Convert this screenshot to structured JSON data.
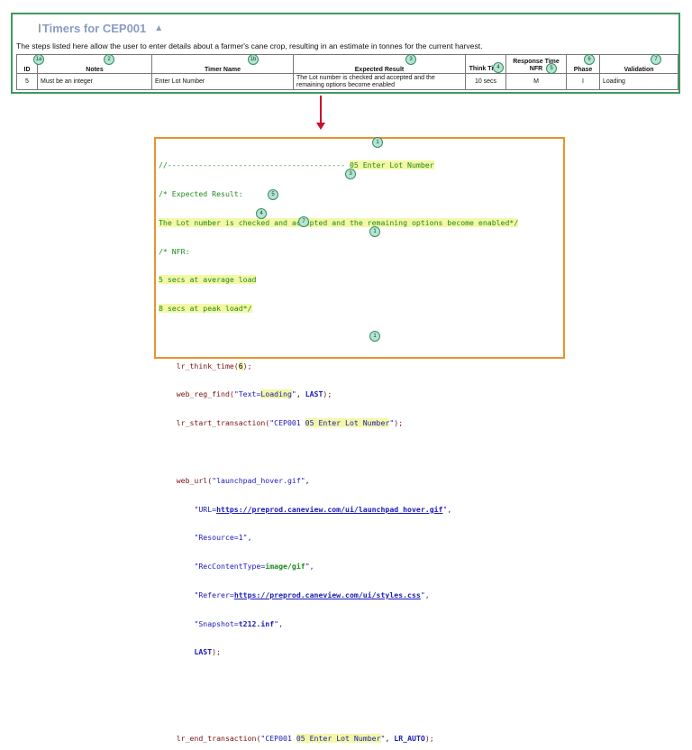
{
  "title": "Timers for CEP001",
  "description": "The steps listed here allow the user to enter details about a farmer's cane crop, resulting in an estimate in tonnes for the current harvest.",
  "table": {
    "headers": {
      "id": "ID",
      "notes": "Notes",
      "timer_name": "Timer Name",
      "expected_result": "Expected Result",
      "think_time": "Think Time",
      "nfr": "Response Time NFR",
      "phase": "Phase",
      "validation": "Validation"
    },
    "row": {
      "id": "5",
      "notes": "Must be an integer",
      "timer_name": "Enter Lot Number",
      "expected_result": "The Lot number is checked and accepted and the remaining options become enabled",
      "think_time": "10 secs",
      "nfr": "M",
      "phase": "I",
      "validation": "Loading"
    }
  },
  "badges": {
    "b1": "1",
    "b1a": "1a",
    "b1b": "1b",
    "b2": "2",
    "b3": "3",
    "b4": "4",
    "b5": "5",
    "b6": "6",
    "b7": "7"
  },
  "code": {
    "l1_prefix": "//---------------------------------------- ",
    "l1_hl": "05 Enter Lot Number",
    "l2": "/* Expected Result:",
    "l3": "The Lot number is checked and accepted and the remaining options become enabled*/",
    "l4": "/* NFR:",
    "l5": "5 secs at average load",
    "l6": "8 secs at peak load*/",
    "think_fn": "lr_think_time(",
    "think_val": "6",
    "think_end": ");",
    "find_fn": "web_reg_find(",
    "find_str": "\"Text=",
    "find_val": "Loading",
    "find_str_end": "\"",
    "find_sep": ", ",
    "find_last": "LAST",
    "find_end": ");",
    "start_fn": "lr_start_transaction(",
    "start_q": "\"CEP001 ",
    "start_hl": "05 Enter Lot Number",
    "start_q_end": "\"",
    "start_end": ");",
    "url_fn": "web_url(",
    "url_name": "\"launchpad_hover.gif\"",
    "url_name_end": ",",
    "url_l1a": "\"URL=",
    "url_l1b": "https://preprod.caneview.com/ui/launchpad_hover.gif",
    "url_l1c": "\",",
    "url_l2": "\"Resource=1\",",
    "url_l3a": "\"RecContentType=",
    "url_l3b": "image/gif",
    "url_l3c": "\",",
    "url_l4a": "\"Referer=",
    "url_l4b": "https://preprod.caneview.com/ui/styles.css",
    "url_l4c": "\",",
    "url_l5a": "\"Snapshot=",
    "url_l5b": "t212.inf",
    "url_l5c": "\",",
    "url_l6a": "LAST",
    "url_l6b": ");",
    "end_fn": "lr_end_transaction(",
    "end_q": "\"CEP001 ",
    "end_hl": "05 Enter Lot Number",
    "end_q_end": "\"",
    "end_sep": ", ",
    "end_auto": "LR_AUTO",
    "end_end": ");"
  }
}
